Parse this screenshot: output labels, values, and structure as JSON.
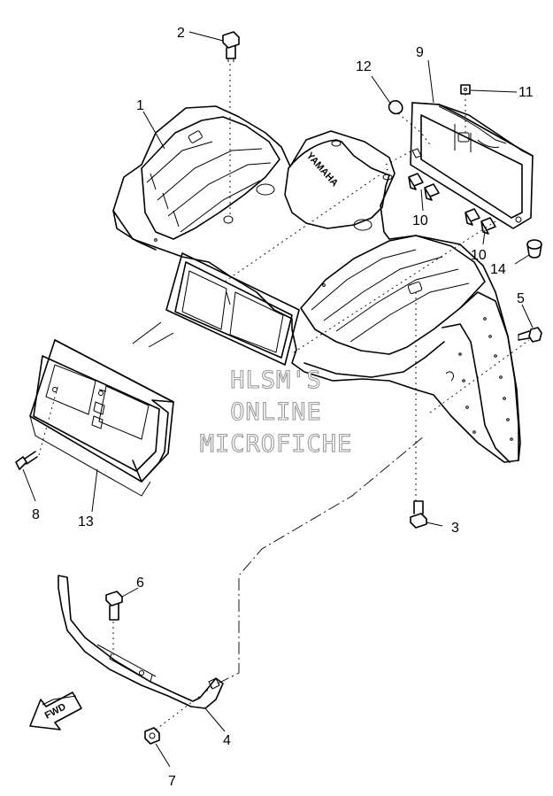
{
  "callouts": [
    {
      "id": "c1",
      "label": "1"
    },
    {
      "id": "c2",
      "label": "2"
    },
    {
      "id": "c3",
      "label": "3"
    },
    {
      "id": "c4",
      "label": "4"
    },
    {
      "id": "c5",
      "label": "5"
    },
    {
      "id": "c6",
      "label": "6"
    },
    {
      "id": "c7",
      "label": "7"
    },
    {
      "id": "c8",
      "label": "8"
    },
    {
      "id": "c9",
      "label": "9"
    },
    {
      "id": "c10a",
      "label": "10"
    },
    {
      "id": "c10b",
      "label": "10"
    },
    {
      "id": "c11",
      "label": "11"
    },
    {
      "id": "c12",
      "label": "12"
    },
    {
      "id": "c13",
      "label": "13"
    },
    {
      "id": "c14",
      "label": "14"
    }
  ],
  "watermark": {
    "line1": "HLSM'S",
    "line2": "ONLINE",
    "line3": "MICROFICHE"
  },
  "fwd_arrow": {
    "label": "FWD"
  },
  "fender_brand": {
    "label": "YAMAHA"
  }
}
